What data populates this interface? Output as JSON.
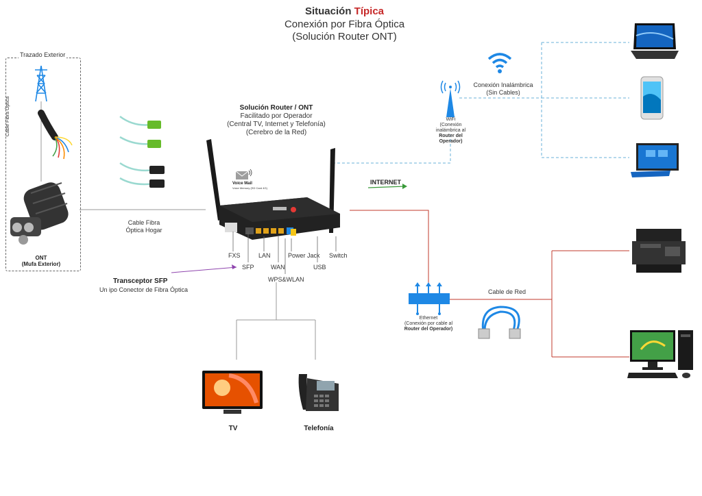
{
  "title": {
    "prefix": "Situación",
    "highlight": "Típica",
    "line2": "Conexión por Fibra Óptica",
    "line3": "(Solución Router ONT)"
  },
  "exterior": {
    "heading": "Trazado Exterior",
    "cable_vertical": "Cable Fibra Óptica",
    "ont_label": "ONT",
    "ont_sub": "(Mufa Exterior)"
  },
  "home_cable": {
    "line1": "Cable Fibra",
    "line2": "Óptica Hogar"
  },
  "router": {
    "title": "Solución Router / ONT",
    "line2": "Facilitado por Operador",
    "line3": "(Central TV, Internet y Telefonía)",
    "line4": "(Cerebro de la Red)",
    "voicemail": "Voice Mail",
    "voicemail_sub": "Voice Memory (SD Card 4G)",
    "ports": {
      "fxs": "FXS",
      "sfp": "SFP",
      "lan": "LAN",
      "wan": "WAN",
      "power": "Power Jack",
      "usb": "USB",
      "switch": "Switch",
      "wps": "WPS&WLAN"
    }
  },
  "sfp": {
    "title": "Transceptor SFP",
    "sub": "Un ipo Conector de Fibra Óptica"
  },
  "internet": "INTERNET",
  "wifi": {
    "label": "WiFi",
    "sub1": "(Conexión",
    "sub2": "inalámbrica al",
    "sub3": "Router del",
    "sub4": "Operador)",
    "wireless1": "Conexión Inalámbrica",
    "wireless2": "(Sin Cables)"
  },
  "ethernet": {
    "label": "Ethernet",
    "sub1": "(Conexión por cable al",
    "sub2": "Router del Operador)",
    "cable": "Cable de Red"
  },
  "devices": {
    "tv": "TV",
    "phone": "Telefonía"
  },
  "colors": {
    "accent_red": "#c62828",
    "wifi_blue": "#1e88e5",
    "line_red": "#c0392b",
    "line_green": "#3a9a3a",
    "line_purple": "#8e44ad",
    "line_dashed_blue": "#6ab0d8"
  }
}
